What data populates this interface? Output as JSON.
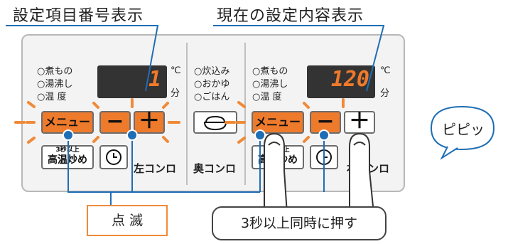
{
  "labels": {
    "setting_number_display": "設定項目番号表示",
    "current_setting_display": "現在の設定内容表示",
    "blinking": "点 滅",
    "press_instruction": "3秒以上同時に押す",
    "beep": "ピピッ"
  },
  "left_burner": {
    "menu_items": [
      "○煮もの",
      "○湯沸し",
      "○温 度"
    ],
    "display_value": "1",
    "unit_c": "℃",
    "unit_min": "分",
    "menu_button": "メニュー",
    "minus": "−",
    "plus": "＋",
    "high_temp_small": "3秒以上",
    "high_temp": "高温炒め",
    "name": "左コンロ"
  },
  "rear_burner": {
    "menu_items": [
      "○炊込み",
      "○おかゆ",
      "○ごはん"
    ],
    "name": "奥コンロ"
  },
  "right_burner": {
    "menu_items": [
      "○煮もの",
      "○湯沸し",
      "○温 度"
    ],
    "display_value": "120",
    "unit_c": "℃",
    "unit_min": "分",
    "menu_button": "メニュー",
    "minus": "−",
    "plus": "＋",
    "high_temp_small": "3秒以上",
    "high_temp": "高温炒め",
    "name": "右コンロ"
  },
  "colors": {
    "accent_orange": "#ee7a2c",
    "indicator_blue": "#1f6db5",
    "leader_blue": "#1f6db5",
    "display_bg": "#333333",
    "display_digits": "#f07a2a"
  }
}
